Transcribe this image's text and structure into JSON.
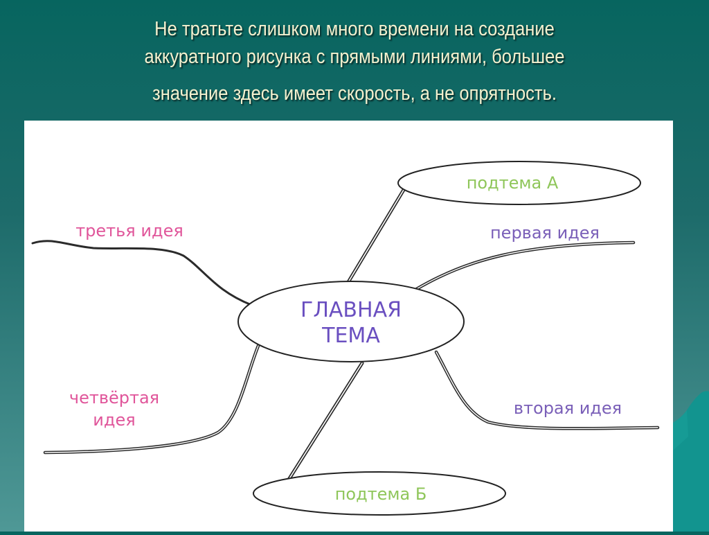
{
  "slide": {
    "title_lines": [
      "Не тратьте слишком много времени на создание",
      "аккуратного рисунка с прямыми линиями, большее",
      "значение здесь имеет скорость, а не опрятность."
    ]
  },
  "mindmap": {
    "center": {
      "line1": "ГЛАВНАЯ",
      "line2": "ТЕМА",
      "color": "#6a4fc0"
    },
    "subtopics": [
      {
        "id": "a",
        "label": "подтема А",
        "color": "#8fc65a"
      },
      {
        "id": "b",
        "label": "подтема Б",
        "color": "#8fc65a"
      }
    ],
    "ideas": [
      {
        "id": "first",
        "label": "первая идея",
        "color": "#7a5fb8"
      },
      {
        "id": "second",
        "label": "вторая идея",
        "color": "#7a5fb8"
      },
      {
        "id": "third",
        "label": "третья идея",
        "color": "#e0559a"
      },
      {
        "id": "fourth",
        "line1": "четвёртая",
        "line2": "идея",
        "color": "#e0559a"
      }
    ]
  },
  "colors": {
    "background_top": "#07655f",
    "background_bottom": "#4f9896",
    "title_text": "#f4f1cf",
    "panel": "#ffffff",
    "decoration": "#12948f"
  }
}
